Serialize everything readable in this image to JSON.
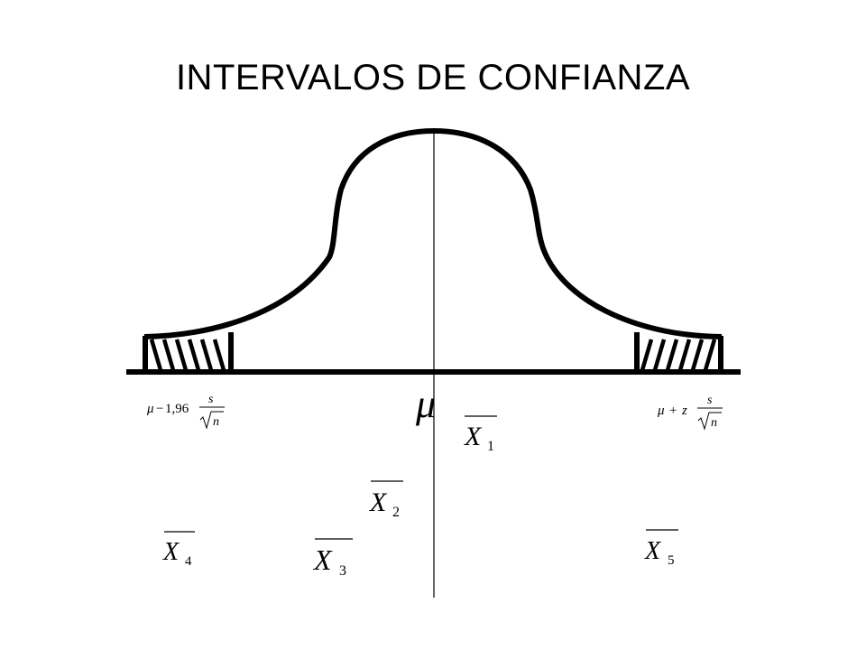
{
  "title": "INTERVALOS DE CONFIANZA",
  "labels": {
    "mu": "μ",
    "lower_bound": {
      "mu": "μ",
      "minus": "−",
      "z": "1,96",
      "s": "s",
      "n": "n"
    },
    "upper_bound": {
      "mu": "μ",
      "plus": "+",
      "z": "z",
      "s": "s",
      "n": "n"
    },
    "samples": [
      {
        "letter": "X",
        "sub": "1"
      },
      {
        "letter": "X",
        "sub": "2"
      },
      {
        "letter": "X",
        "sub": "3"
      },
      {
        "letter": "X",
        "sub": "4"
      },
      {
        "letter": "X",
        "sub": "5"
      }
    ]
  },
  "colors": {
    "ink": "#000000",
    "background": "#ffffff"
  }
}
